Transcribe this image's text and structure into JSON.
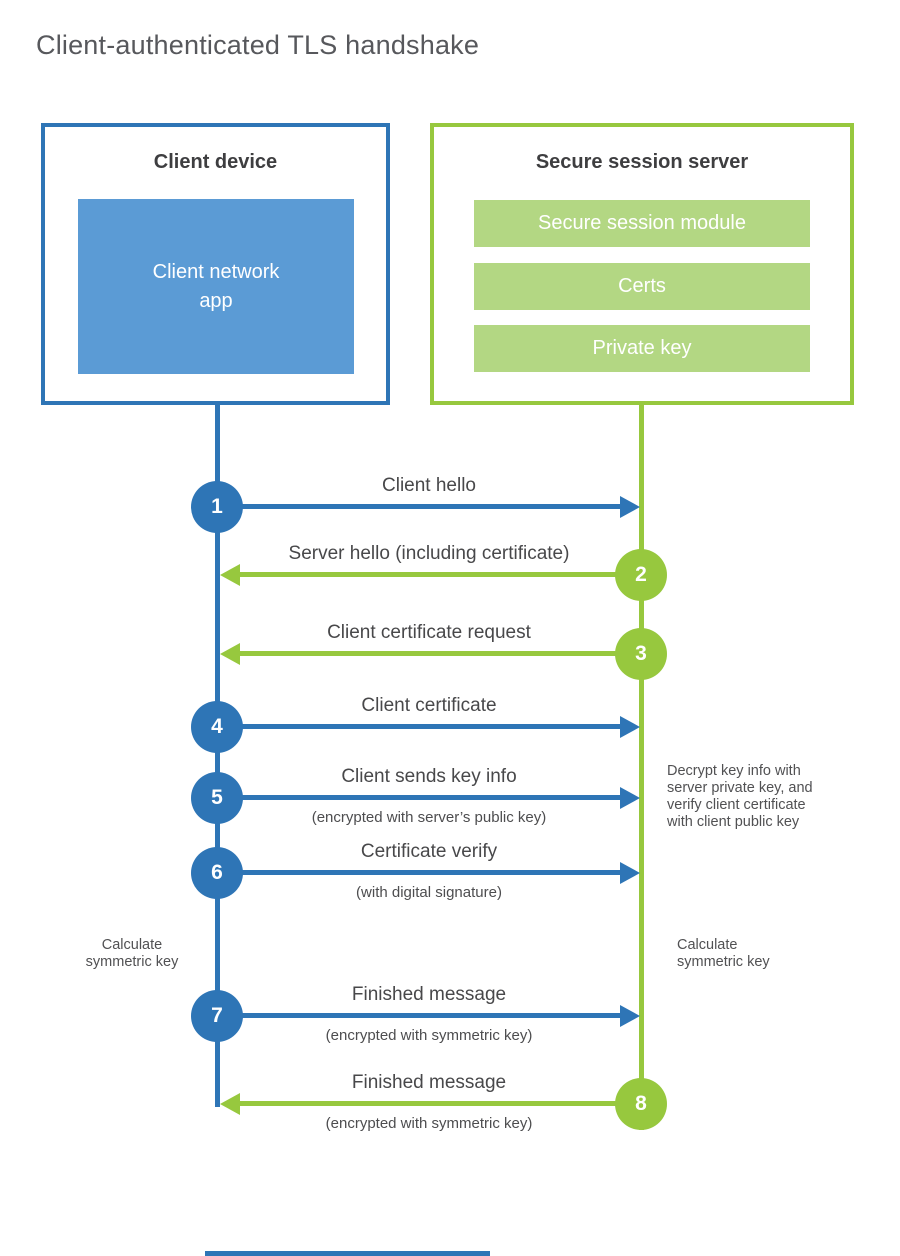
{
  "title": "Client-authenticated TLS handshake",
  "colors": {
    "blue": "#2e75b6",
    "blue_fill": "#5b9bd5",
    "green": "#97c83e",
    "green_fill": "#b3d783"
  },
  "client": {
    "title": "Client device",
    "app_lines": [
      "Client network",
      "app"
    ]
  },
  "server": {
    "title": "Secure session server",
    "modules": [
      "Secure session module",
      "Certs",
      "Private key"
    ]
  },
  "messages": [
    {
      "num": "1",
      "label": "Client hello",
      "sub": "",
      "from": "client",
      "color": "blue"
    },
    {
      "num": "2",
      "label": "Server hello (including certificate)",
      "sub": "",
      "from": "server",
      "color": "green"
    },
    {
      "num": "3",
      "label": "Client certificate request",
      "sub": "",
      "from": "server",
      "color": "green"
    },
    {
      "num": "4",
      "label": "Client certificate",
      "sub": "",
      "from": "client",
      "color": "blue"
    },
    {
      "num": "5",
      "label": "Client sends key info",
      "sub": "(encrypted with server’s public key)",
      "from": "client",
      "color": "blue"
    },
    {
      "num": "6",
      "label": "Certificate verify",
      "sub": "(with digital signature)",
      "from": "client",
      "color": "blue"
    },
    {
      "num": "7",
      "label": "Finished message",
      "sub": "(encrypted with symmetric key)",
      "from": "client",
      "color": "blue"
    },
    {
      "num": "8",
      "label": "Finished message",
      "sub": "(encrypted with symmetric key)",
      "from": "server",
      "color": "green"
    }
  ],
  "annotations": {
    "decrypt_note_lines": [
      "Decrypt key info with",
      "server private key, and",
      "verify client certificate",
      "with client public key"
    ],
    "calc_left_lines": [
      "Calculate",
      "symmetric key"
    ],
    "calc_right_lines": [
      "Calculate",
      "symmetric key"
    ]
  }
}
